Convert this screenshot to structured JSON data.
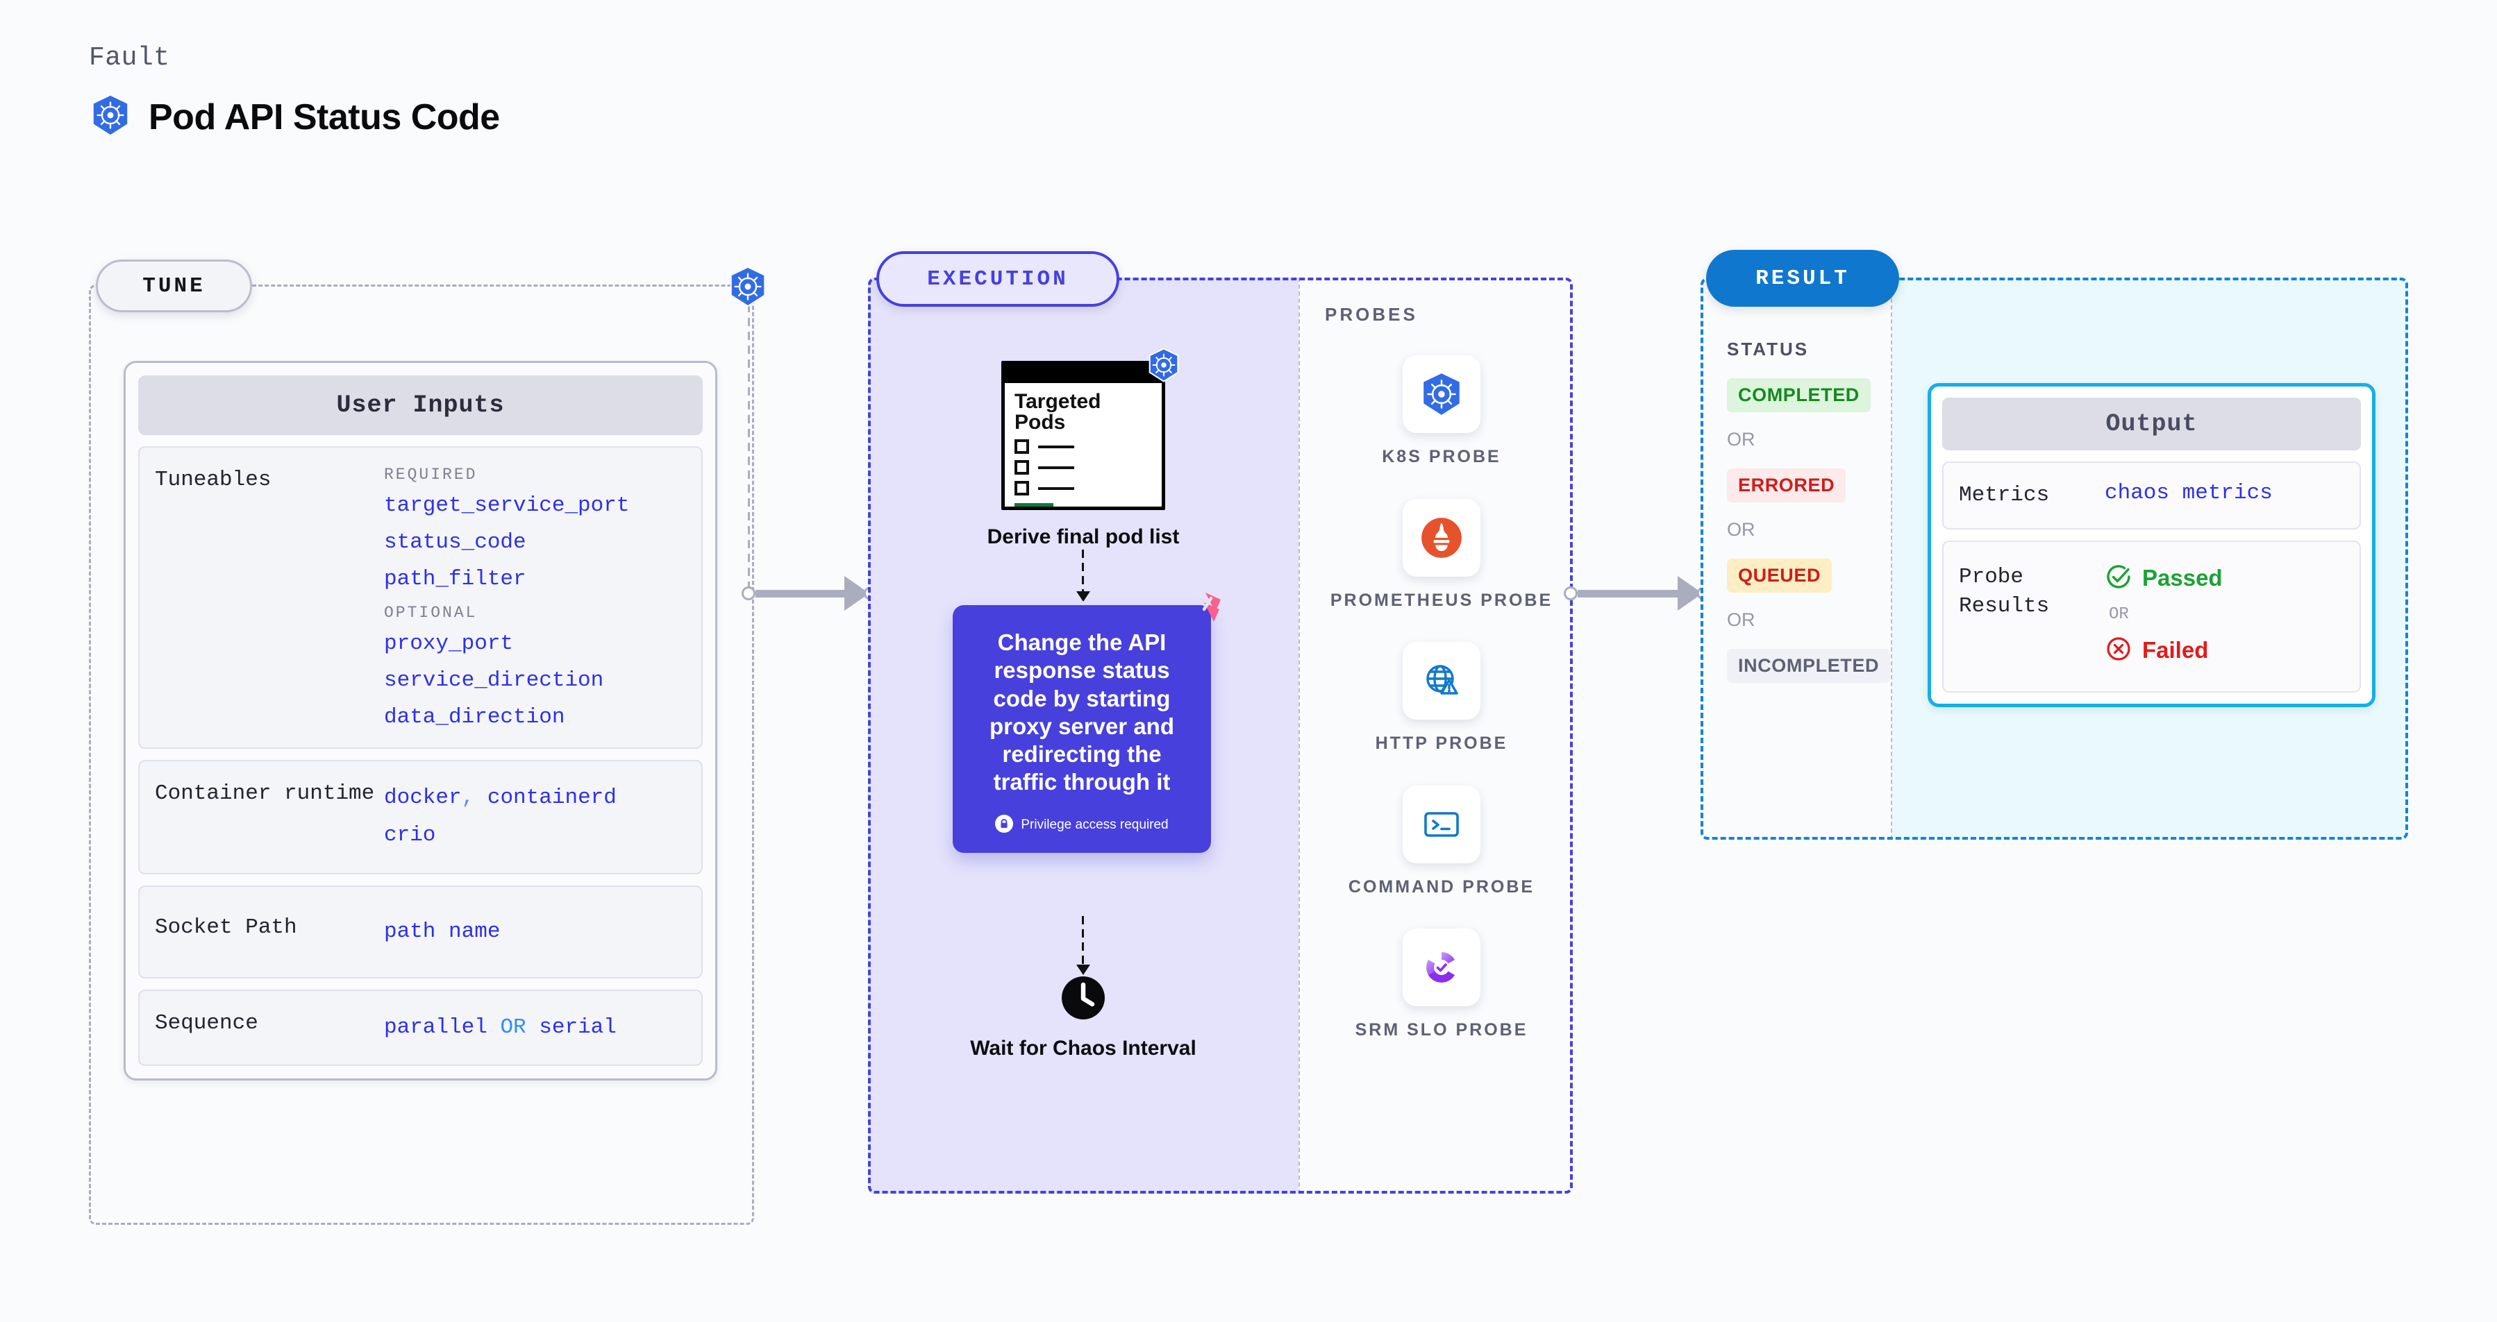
{
  "header": {
    "eyebrow": "Fault",
    "title": "Pod API Status Code",
    "logo_icon": "kubernetes-icon"
  },
  "tune": {
    "badge": "TUNE",
    "card_title": "User Inputs",
    "rows": [
      {
        "label": "Tuneables",
        "required_label": "REQUIRED",
        "required": [
          "target_service_port",
          "status_code",
          "path_filter"
        ],
        "optional_label": "OPTIONAL",
        "optional": [
          "proxy_port",
          "service_direction",
          "data_direction"
        ]
      }
    ],
    "container_runtime": {
      "label": "Container runtime",
      "values": [
        "docker",
        "containerd",
        "crio"
      ],
      "separator": ","
    },
    "socket_path": {
      "label": "Socket Path",
      "value": "path name"
    },
    "sequence": {
      "label": "Sequence",
      "left": "parallel",
      "or": "OR",
      "right": "serial"
    }
  },
  "execution": {
    "badge": "EXECUTION",
    "pods_card": {
      "title": "Targeted Pods",
      "badge_icon": "kubernetes-icon",
      "caption": "Derive final pod list"
    },
    "chaos_card": {
      "text": "Change the API response status code by starting proxy server and redirecting the traffic through it",
      "privilege_note": "Privilege access required",
      "privilege_icon": "lock-icon",
      "corner_icon": "harness-chaos-icon",
      "color": "#4740dd"
    },
    "wait_node": {
      "icon": "clock-icon",
      "caption": "Wait for Chaos Interval"
    }
  },
  "probes": {
    "title": "PROBES",
    "items": [
      {
        "label": "K8S PROBE",
        "icon": "kubernetes-icon"
      },
      {
        "label": "PROMETHEUS PROBE",
        "icon": "prometheus-icon"
      },
      {
        "label": "HTTP PROBE",
        "icon": "globe-warning-icon"
      },
      {
        "label": "COMMAND PROBE",
        "icon": "terminal-icon"
      },
      {
        "label": "SRM SLO PROBE",
        "icon": "srm-slo-icon"
      }
    ]
  },
  "result": {
    "badge": "RESULT",
    "status_title": "STATUS",
    "or_text": "OR",
    "statuses": [
      {
        "label": "COMPLETED",
        "bg": "#dcf5dc",
        "fg": "#16891f"
      },
      {
        "label": "ERRORED",
        "bg": "#fdeaea",
        "fg": "#d01b1b"
      },
      {
        "label": "QUEUED",
        "bg": "#fdeec4",
        "fg": "#d01b1b"
      },
      {
        "label": "INCOMPLETED",
        "bg": "#f0f1f6",
        "fg": "#5d6175"
      }
    ],
    "output": {
      "title": "Output",
      "metrics": {
        "label": "Metrics",
        "value": "chaos metrics"
      },
      "probe_results": {
        "label": "Probe Results",
        "passed": "Passed",
        "failed": "Failed",
        "or": "OR",
        "passed_icon": "check-circle-icon",
        "failed_icon": "x-circle-icon",
        "passed_color": "#1aa333",
        "failed_color": "#e01b1b"
      }
    }
  }
}
